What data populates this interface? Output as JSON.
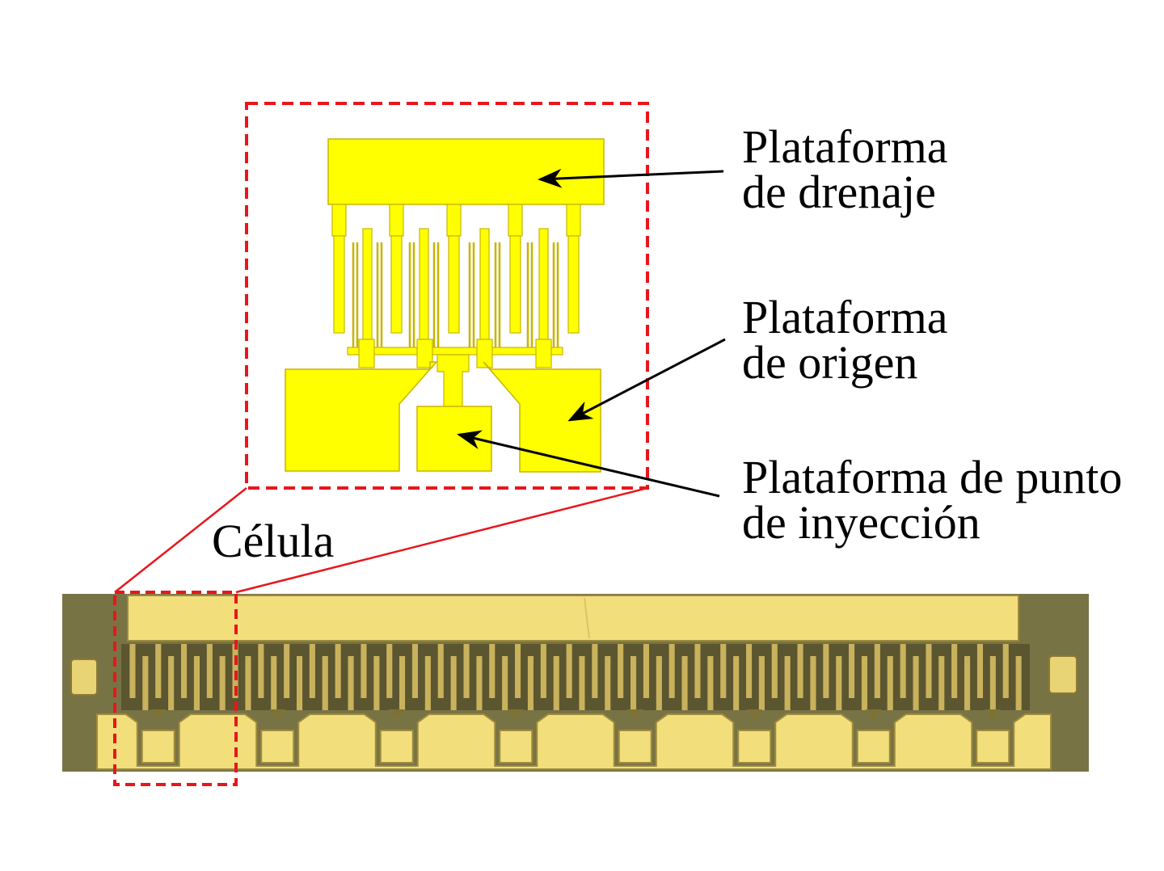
{
  "labels": {
    "drain_pad": [
      "Plataforma",
      "de drenaje"
    ],
    "source_pad": [
      "Plataforma",
      "de origen"
    ],
    "gate_pad": [
      "Plataforma de punto",
      "de inyección"
    ],
    "cell": "Célula"
  },
  "colors": {
    "metal_yellow": "#ffff00",
    "metal_outline": "#c8b400",
    "highlight_dash": "#e8161c",
    "arrow": "#000000",
    "chip_substrate": "#6f6a3e",
    "chip_metal": "#f2df7c"
  },
  "chip": {
    "finger_count": 70,
    "gate_pad_count": 8
  }
}
